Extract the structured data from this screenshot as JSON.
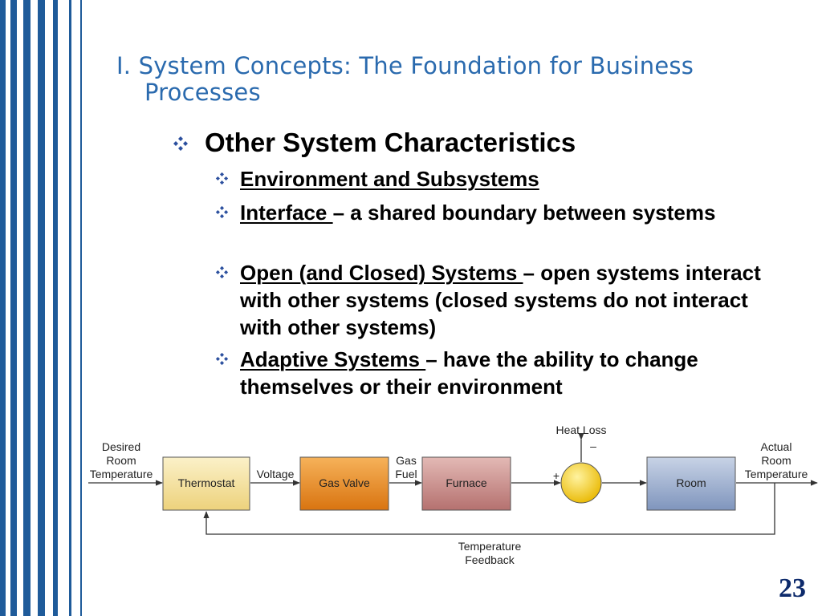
{
  "title": {
    "line1": "I. System Concepts: The Foundation for Business",
    "line2": "Processes"
  },
  "heading": "Other System Characteristics",
  "bullets": [
    {
      "term": "Environment and Subsystems",
      "rest": ""
    },
    {
      "term": "Interface ",
      "rest": "– a shared boundary between systems"
    },
    {
      "term": "Open (and Closed) Systems ",
      "rest": "– open systems interact with other systems (closed systems do not interact with other systems)"
    },
    {
      "term": "Adaptive Systems ",
      "rest": "– have the ability to change themselves or their environment"
    }
  ],
  "diagram": {
    "input_label": [
      "Desired",
      "Room",
      "Temperature"
    ],
    "thermostat": "Thermostat",
    "voltage": "Voltage",
    "gas_valve": "Gas Valve",
    "gas_fuel": [
      "Gas",
      "Fuel"
    ],
    "furnace": "Furnace",
    "heat_loss": "Heat Loss",
    "minus": "–",
    "plus": "+",
    "room": "Room",
    "output_label": [
      "Actual",
      "Room",
      "Temperature"
    ],
    "feedback": [
      "Temperature",
      "Feedback"
    ],
    "colors": {
      "thermostat": "#f6e3a1",
      "gas_valve": "#e98f2c",
      "furnace": "#c98b8b",
      "room": "#9fb1cf",
      "junction": "#f3c51b"
    }
  },
  "page_number": "23",
  "icons": {
    "bullet": "four-diamond-bullet-icon"
  }
}
